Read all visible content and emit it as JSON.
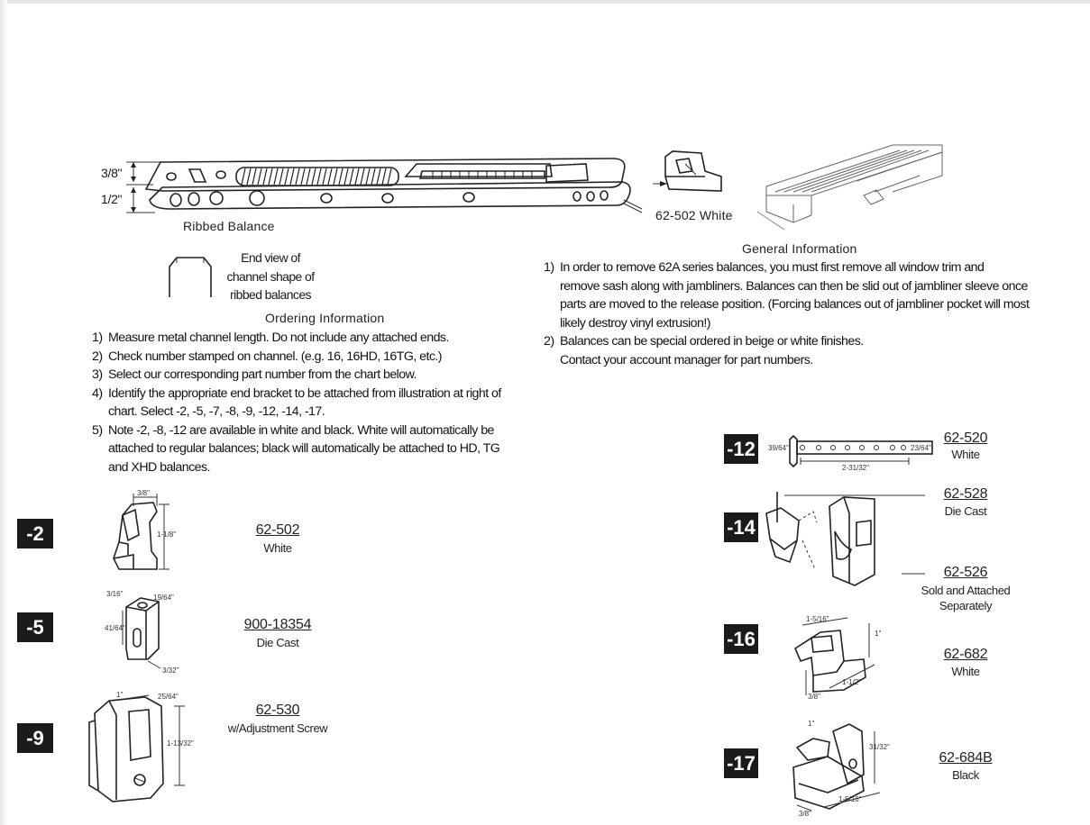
{
  "top_left": {
    "dim_upper": "3/8\"",
    "dim_lower": "1/2\"",
    "caption": "Ribbed Balance"
  },
  "end_view": {
    "lines": [
      "End view of",
      "channel shape of",
      "ribbed balances"
    ]
  },
  "bracket_502": {
    "caption": "62-502 White"
  },
  "ordering": {
    "title": "Ordering Information",
    "items": [
      {
        "num": "1)",
        "lines": [
          "Measure metal channel length. Do not include any attached ends."
        ]
      },
      {
        "num": "2)",
        "lines": [
          "Check number stamped on channel. (e.g. 16, 16HD, 16TG, etc.)"
        ]
      },
      {
        "num": "3)",
        "lines": [
          "Select our corresponding part number from the chart below."
        ]
      },
      {
        "num": "4)",
        "lines": [
          "Identify the appropriate end bracket to be attached from illustration at right of",
          "chart. Select -2, -5, -7, -8, -9, -12, -14, -17."
        ]
      },
      {
        "num": "5)",
        "lines": [
          "Note -2, -8, -12 are available in white and black. White will automatically be",
          "attached to regular balances; black will automatically be attached to HD, TG",
          "and XHD balances."
        ]
      }
    ]
  },
  "general": {
    "title": "General Information",
    "items": [
      {
        "num": "1)",
        "lines": [
          "In order to remove 62A series balances, you must first remove all window trim and",
          "remove sash along with jambliners. Balances can then be slid out of jambliner sleeve once",
          "parts are moved to the release position. (Forcing balances out of jambliner pocket will most",
          "likely destroy vinyl extrusion!)"
        ]
      },
      {
        "num": "2)",
        "lines": [
          "Balances can be special ordered in beige or white finishes.",
          "Contact your account manager for part numbers."
        ]
      }
    ]
  },
  "parts": {
    "p2": {
      "badge": "-2",
      "number": "62-502",
      "desc": "White",
      "dims": [
        "3/8\"",
        "1-1/8\""
      ]
    },
    "p5": {
      "badge": "-5",
      "number": "900-18354",
      "desc": "Die Cast",
      "dims": [
        "3/16\"",
        "19/64\"",
        "41/64\"",
        "3/32\""
      ]
    },
    "p9": {
      "badge": "-9",
      "number": "62-530",
      "desc": "w/Adjustment Screw",
      "dims": [
        "1\"",
        "25/64\"",
        "1-13/32\""
      ]
    },
    "p12": {
      "badge": "-12",
      "number": "62-520",
      "desc": "White",
      "dims": [
        "39/64\"",
        "23/64\"",
        "2-31/32\""
      ]
    },
    "p14": {
      "badge": "-14",
      "number_a": "62-528",
      "desc_a": "Die Cast",
      "number_b": "62-526",
      "desc_b": [
        "Sold and Attached",
        "Separately"
      ]
    },
    "p16": {
      "badge": "-16",
      "number": "62-682",
      "desc": "White",
      "dims": [
        "1-5/16\"",
        "1\"",
        "1-1/2\"",
        "3/8\""
      ]
    },
    "p17": {
      "badge": "-17",
      "number": "62-684B",
      "desc": "Black",
      "dims": [
        "1\"",
        "31/32\"",
        "1-5/16\"",
        "3/8\""
      ]
    }
  }
}
